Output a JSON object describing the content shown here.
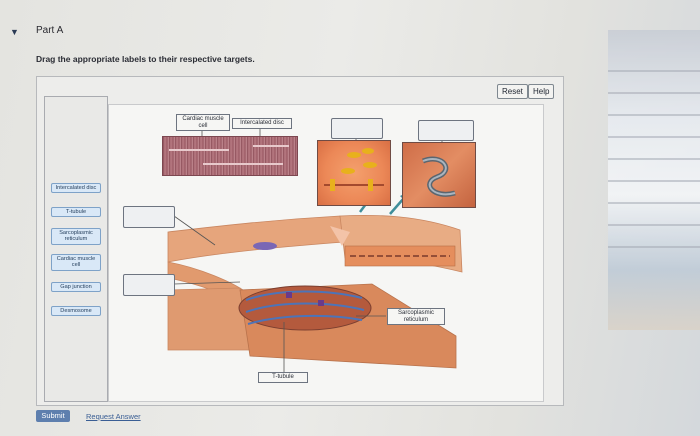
{
  "part": {
    "title": "Part A",
    "toggle_icon": "caret-down-icon"
  },
  "instruction": "Drag the appropriate labels to their respective targets.",
  "toolbar": {
    "reset_label": "Reset",
    "help_label": "Help"
  },
  "label_bank": [
    "Intercalated disc",
    "T-tubule",
    "Sarcoplasmic reticulum",
    "Cardiac muscle cell",
    "Gap junction",
    "Desmosome"
  ],
  "targets": {
    "cardiac_muscle_cell": "Cardiac muscle cell",
    "intercalated_disc": "Intercalated disc",
    "sarcoplasmic_reticulum": "Sarcoplasmic reticulum",
    "t_tubule": "T-tubule"
  },
  "footer": {
    "submit_label": "Submit",
    "request_label": "Request Answer"
  },
  "colors": {
    "tag_fill": "#d9e8f7",
    "tag_border": "#7ea2c8",
    "submit": "#5e7fae",
    "muscle": "#e19a6e"
  }
}
